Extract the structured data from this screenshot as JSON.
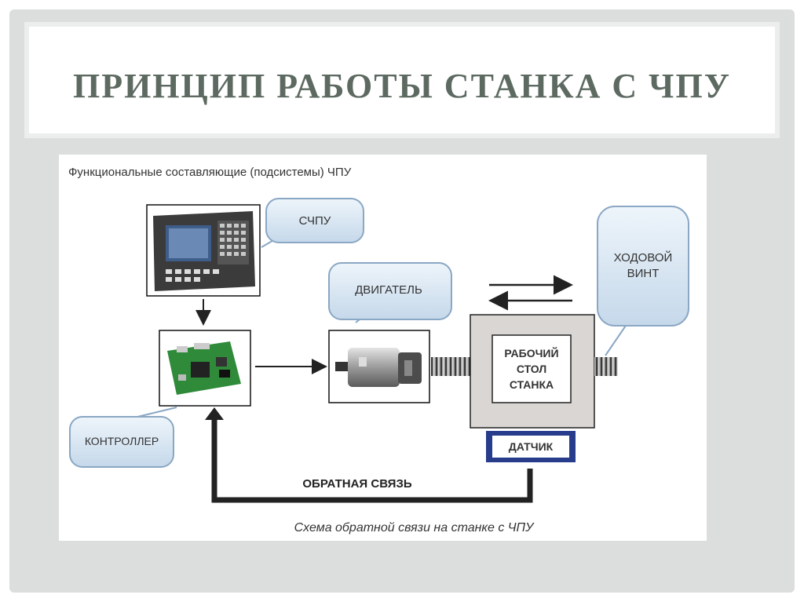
{
  "slide": {
    "title": "ПРИНЦИП РАБОТЫ  СТАНКА С ЧПУ"
  },
  "diagram": {
    "heading": "Функциональные составляющие (подсистемы) ЧПУ",
    "caption": "Схема обратной связи на станке с ЧПУ",
    "labels": {
      "cnc": "СЧПУ",
      "motor": "ДВИГАТЕЛЬ",
      "lead_screw_line1": "ХОДОВОЙ",
      "lead_screw_line2": "ВИНТ",
      "controller": "КОНТРОЛЛЕР",
      "table_line1": "РАБОЧИЙ",
      "table_line2": "СТОЛ",
      "table_line3": "СТАНКА",
      "sensor": "ДАТЧИК",
      "feedback": "ОБРАТНАЯ СВЯЗЬ"
    },
    "colors": {
      "callout_fill": "#cfe0f0",
      "callout_stroke": "#8aa7c4",
      "table_fill": "#d9d6d3",
      "sensor_fill": "#283c8c",
      "arrow": "#222222"
    }
  }
}
